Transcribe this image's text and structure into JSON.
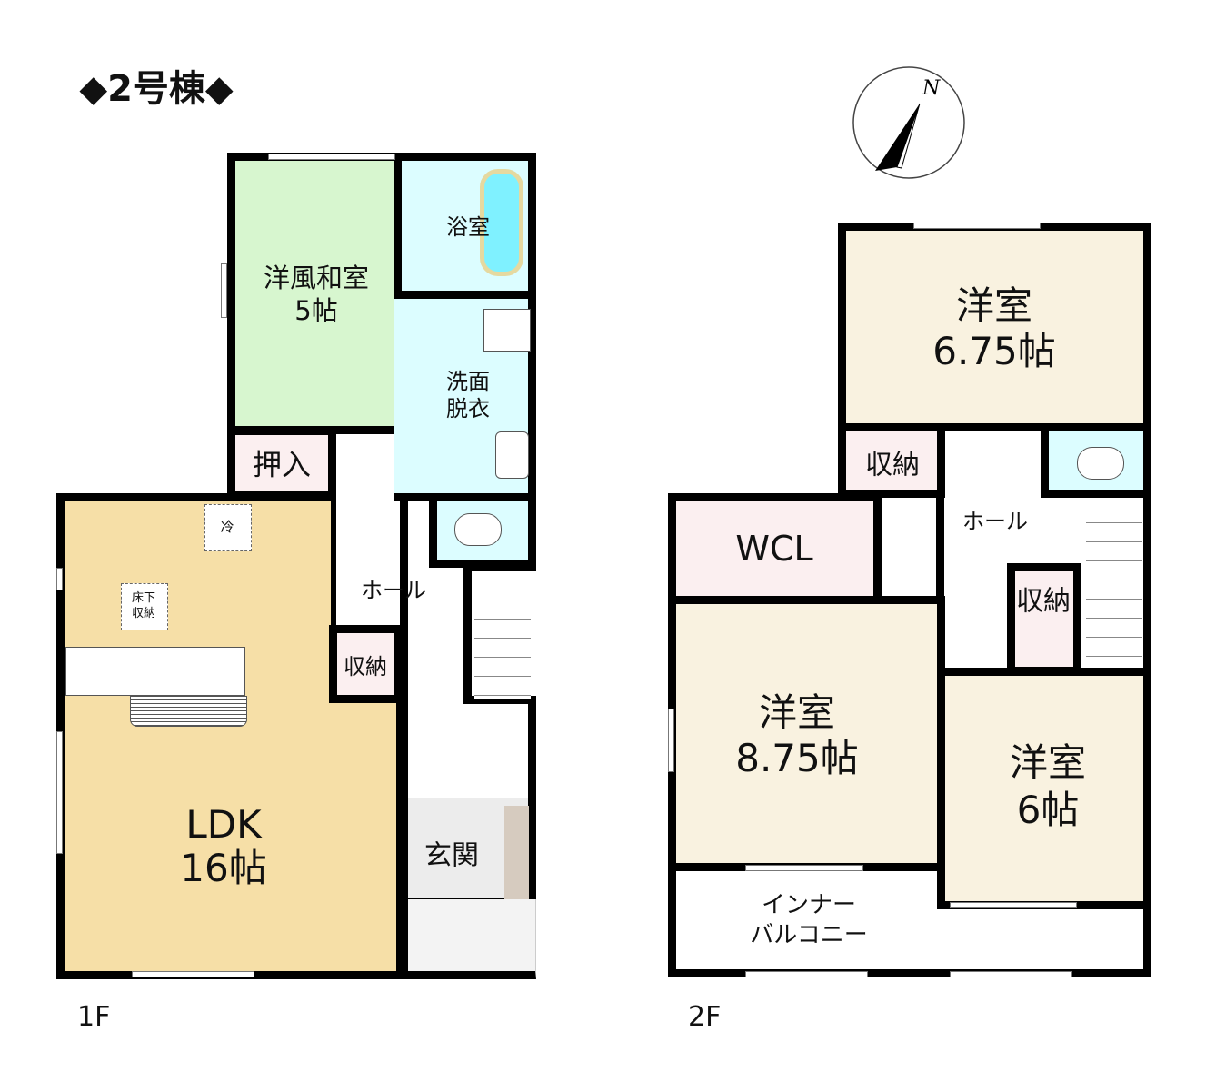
{
  "title": "◆2号棟◆",
  "compass": {
    "label": "N"
  },
  "floor1": {
    "label": "1F",
    "rooms": {
      "washitsu": {
        "name": "洋風和室",
        "size": "5帖"
      },
      "oshiire": {
        "name": "押入"
      },
      "bath": {
        "name": "浴室"
      },
      "wash": {
        "name1": "洗面",
        "name2": "脱衣"
      },
      "ldk": {
        "name": "LDK",
        "size": "16帖"
      },
      "fridge": {
        "name": "冷"
      },
      "underfloor": {
        "name1": "床下",
        "name2": "収納"
      },
      "hall": {
        "name": "ホール"
      },
      "storage": {
        "name": "収納"
      },
      "entrance": {
        "name": "玄関"
      }
    }
  },
  "floor2": {
    "label": "2F",
    "rooms": {
      "western1": {
        "name": "洋室",
        "size": "6.75帖"
      },
      "storage1": {
        "name": "収納"
      },
      "hall": {
        "name": "ホール"
      },
      "wcl": {
        "name": "WCL"
      },
      "western2": {
        "name": "洋室",
        "size": "8.75帖"
      },
      "storage2": {
        "name": "収納"
      },
      "western3": {
        "name": "洋室",
        "size": "6帖"
      },
      "balcony": {
        "name1": "インナー",
        "name2": "バルコニー"
      }
    }
  },
  "colors": {
    "green": "#d7f6cf",
    "cyan": "#dcfdff",
    "tan": "#f6dfa7",
    "pink": "#fbeff0",
    "cream": "#f9f2e0"
  }
}
